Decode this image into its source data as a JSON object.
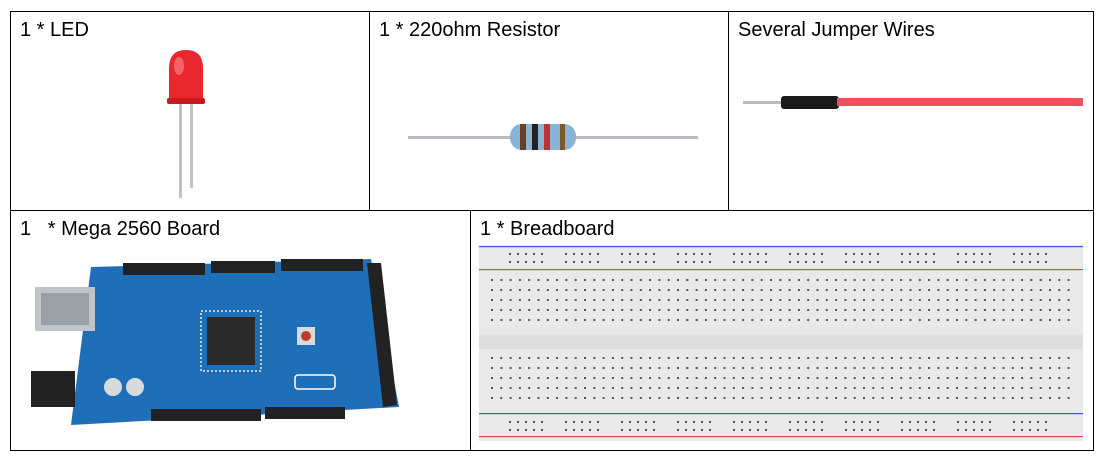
{
  "components": {
    "led": {
      "label": "1 * LED"
    },
    "resistor": {
      "label": "1 * 220ohm Resistor"
    },
    "wires": {
      "label": "Several Jumper Wires"
    },
    "mega": {
      "label": "1   * Mega 2560 Board"
    },
    "breadboard": {
      "label": "1 * Breadboard"
    }
  },
  "colors": {
    "led_red": "#e8282e",
    "wire_red": "#f0505a",
    "board_blue": "#1f6fb8",
    "breadboard_rail_red": "#d94a4a",
    "breadboard_rail_blue": "#3a5fc8"
  }
}
